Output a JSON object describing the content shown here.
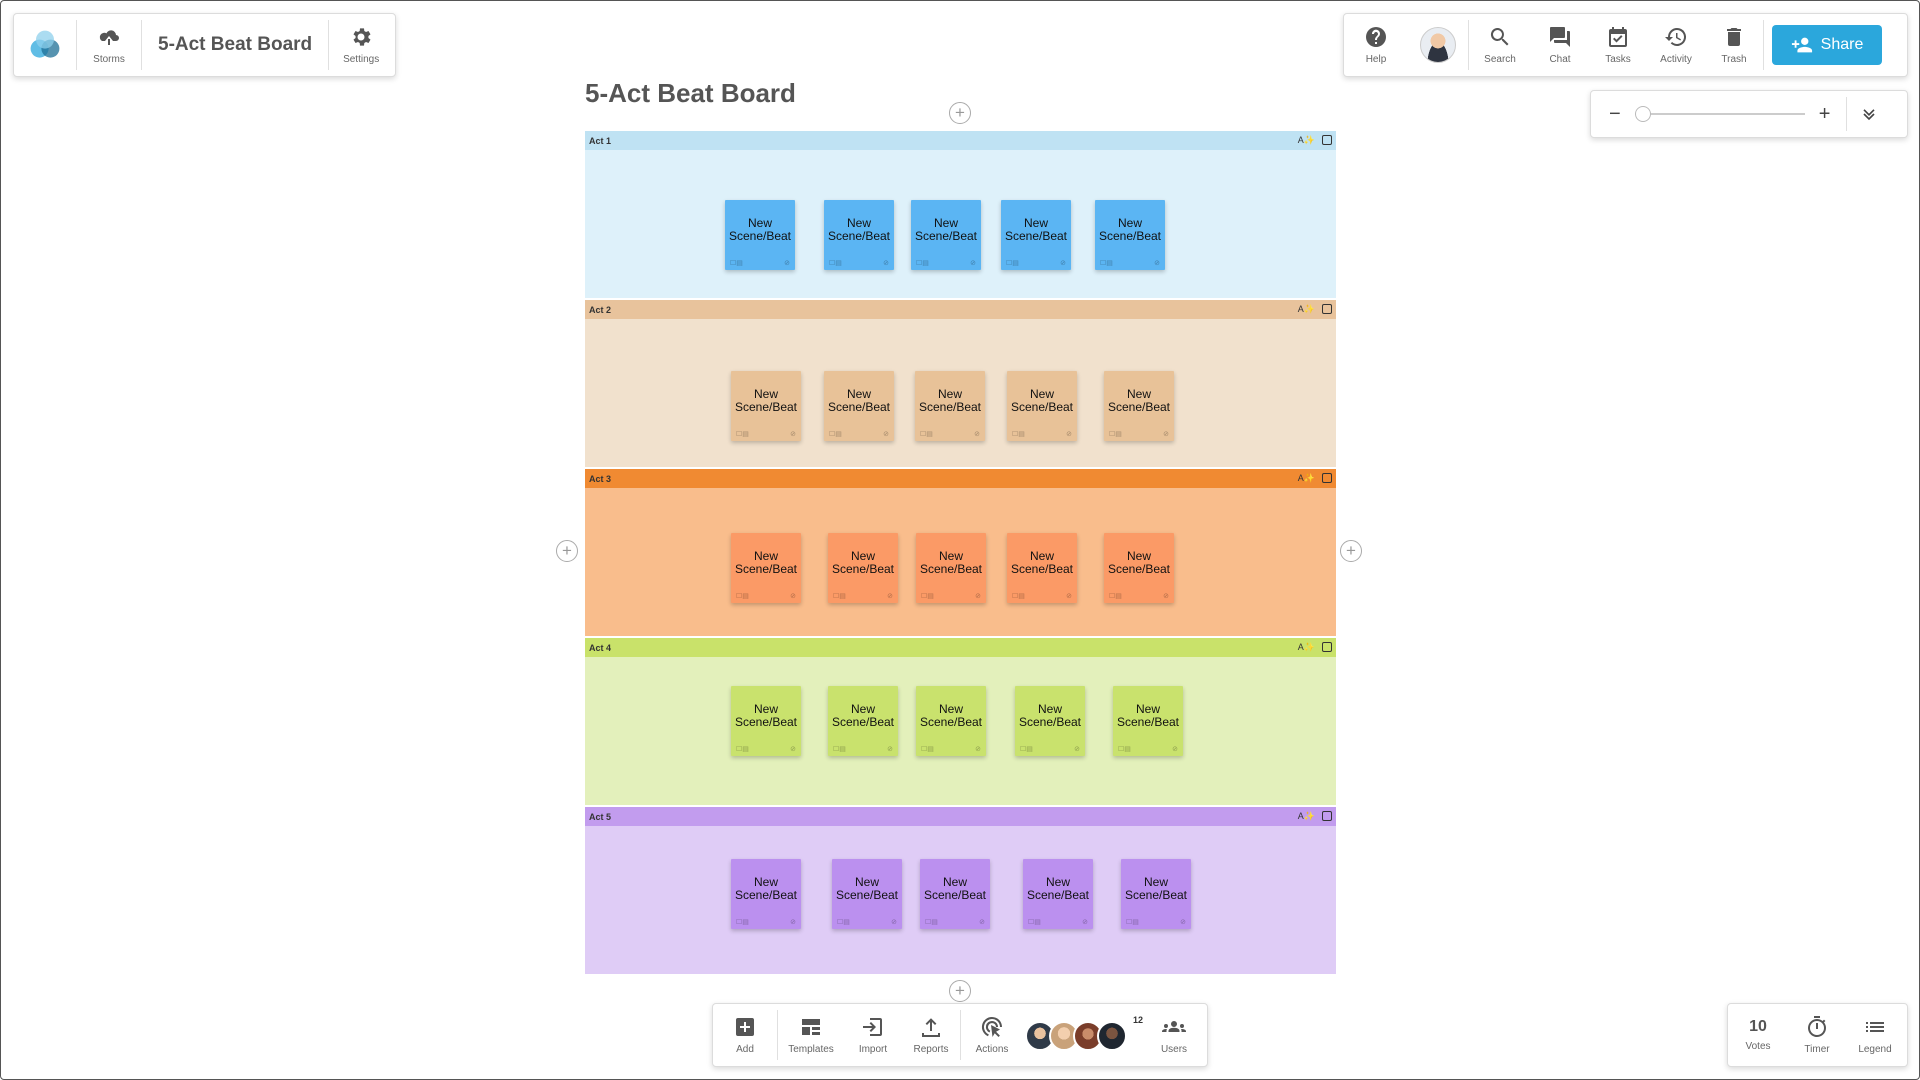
{
  "header": {
    "storms_label": "Storms",
    "board_name": "5-Act Beat Board",
    "settings_label": "Settings"
  },
  "topbar": {
    "help_label": "Help",
    "search_label": "Search",
    "chat_label": "Chat",
    "tasks_label": "Tasks",
    "activity_label": "Activity",
    "trash_label": "Trash",
    "share_label": "Share"
  },
  "zoom": {
    "level_fraction": 0.0
  },
  "board": {
    "title": "5-Act Beat Board",
    "lanes": [
      {
        "title": "Act 1",
        "header_color": "#bfe2f3",
        "body_color": "#def1fa",
        "card_color": "#5bb5f3",
        "cards": [
          "New Scene/Beat",
          "New Scene/Beat",
          "New Scene/Beat",
          "New Scene/Beat",
          "New Scene/Beat"
        ]
      },
      {
        "title": "Act 2",
        "header_color": "#e8c39c",
        "body_color": "#f1e1cd",
        "card_color": "#e8c298",
        "cards": [
          "New Scene/Beat",
          "New Scene/Beat",
          "New Scene/Beat",
          "New Scene/Beat",
          "New Scene/Beat"
        ]
      },
      {
        "title": "Act 3",
        "header_color": "#f08a32",
        "body_color": "#f9bd8c",
        "card_color": "#fb9a66",
        "cards": [
          "New Scene/Beat",
          "New Scene/Beat",
          "New Scene/Beat",
          "New Scene/Beat",
          "New Scene/Beat"
        ]
      },
      {
        "title": "Act 4",
        "header_color": "#c9e26a",
        "body_color": "#e3f0bb",
        "card_color": "#c9e26d",
        "cards": [
          "New Scene/Beat",
          "New Scene/Beat",
          "New Scene/Beat",
          "New Scene/Beat",
          "New Scene/Beat"
        ]
      },
      {
        "title": "Act 5",
        "header_color": "#c29cee",
        "body_color": "#dfccf6",
        "card_color": "#bb90ef",
        "cards": [
          "New Scene/Beat",
          "New Scene/Beat",
          "New Scene/Beat",
          "New Scene/Beat",
          "New Scene/Beat"
        ]
      }
    ]
  },
  "bottombar": {
    "add_label": "Add",
    "templates_label": "Templates",
    "import_label": "Import",
    "reports_label": "Reports",
    "actions_label": "Actions",
    "users_count": "12",
    "users_label": "Users"
  },
  "bottomright": {
    "votes_count": "10",
    "votes_label": "Votes",
    "timer_label": "Timer",
    "legend_label": "Legend"
  },
  "colors": {
    "accent": "#2ba7dc",
    "logo_primary": "#2ba7dc",
    "logo_secondary": "#1d6f96"
  }
}
